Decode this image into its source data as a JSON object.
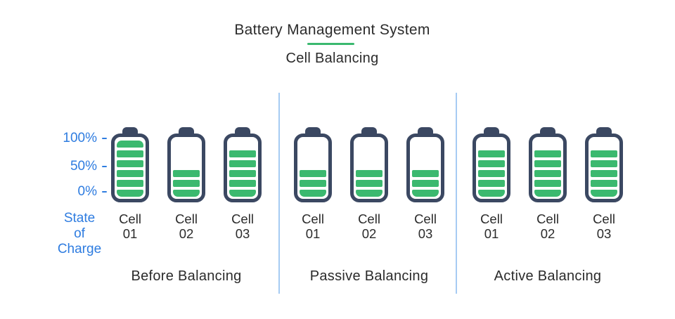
{
  "header": {
    "title": "Battery Management System",
    "subtitle": "Cell Balancing"
  },
  "axis": {
    "ticks": [
      "100%",
      "50%",
      "0%"
    ],
    "label_lines": [
      "State",
      "of",
      "Charge"
    ]
  },
  "sections": [
    {
      "name": "Before Balancing",
      "cells": [
        {
          "line1": "Cell",
          "line2": "01",
          "soc_percent": 100,
          "bars": 6
        },
        {
          "line1": "Cell",
          "line2": "02",
          "soc_percent": 45,
          "bars": 3
        },
        {
          "line1": "Cell",
          "line2": "03",
          "soc_percent": 80,
          "bars": 5
        }
      ]
    },
    {
      "name": "Passive Balancing",
      "cells": [
        {
          "line1": "Cell",
          "line2": "01",
          "soc_percent": 45,
          "bars": 3
        },
        {
          "line1": "Cell",
          "line2": "02",
          "soc_percent": 45,
          "bars": 3
        },
        {
          "line1": "Cell",
          "line2": "03",
          "soc_percent": 45,
          "bars": 3
        }
      ]
    },
    {
      "name": "Active Balancing",
      "cells": [
        {
          "line1": "Cell",
          "line2": "01",
          "soc_percent": 80,
          "bars": 5
        },
        {
          "line1": "Cell",
          "line2": "02",
          "soc_percent": 80,
          "bars": 5
        },
        {
          "line1": "Cell",
          "line2": "03",
          "soc_percent": 80,
          "bars": 5
        }
      ]
    }
  ],
  "colors": {
    "green": "#3bb96f",
    "battery_outline": "#3b4862",
    "axis_blue": "#2e7ce0",
    "divider_blue": "#a6cbf3",
    "text_dark": "#2b2b2b"
  }
}
